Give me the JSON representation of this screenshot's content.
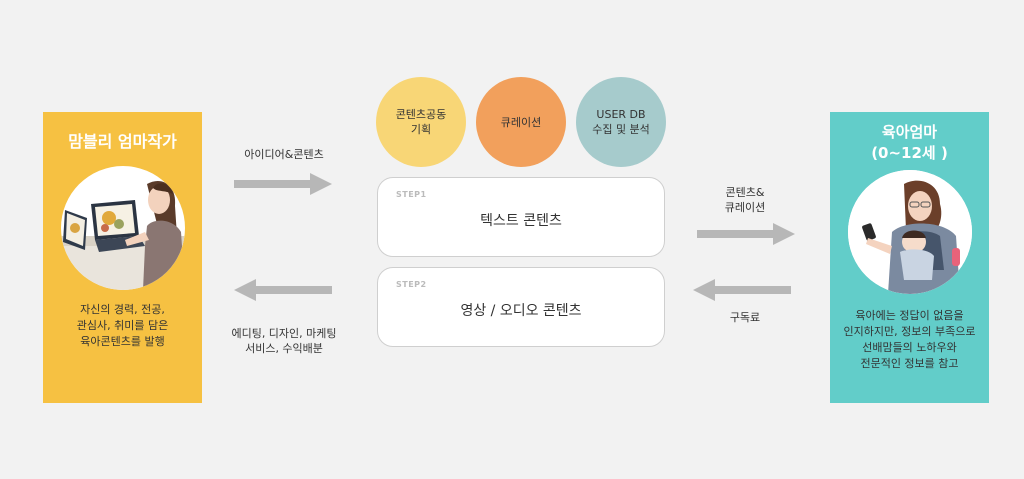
{
  "left_panel": {
    "title": "맘블리 엄마작가",
    "desc": [
      "자신의 경력, 전공,",
      "관심사, 취미를 담은",
      "육아콘텐츠를 발행"
    ]
  },
  "right_panel": {
    "title": [
      "육아엄마",
      "(0~12세 )"
    ],
    "desc": [
      "육아에는 정답이 없음을",
      "인지하지만, 정보의 부족으로",
      "선배맘들의 노하우와",
      "전문적인 정보를 참고"
    ]
  },
  "circles": [
    {
      "lines": [
        "콘텐츠공동",
        "기획"
      ],
      "color": "#f8d676"
    },
    {
      "lines": [
        "큐레이션"
      ],
      "color": "#f2a05c"
    },
    {
      "lines": [
        "USER DB",
        "수집 및 분석"
      ],
      "color": "#a6cbcc"
    }
  ],
  "steps": [
    {
      "tag": "STEP1",
      "title": "텍스트 콘텐츠"
    },
    {
      "tag": "STEP2",
      "title": "영상 / 오디오 콘텐츠"
    }
  ],
  "labels": {
    "top_left": [
      "아이디어&콘텐츠"
    ],
    "bottom_left": [
      "에디팅, 디자인, 마케팅",
      "서비스, 수익배분"
    ],
    "top_right": [
      "콘텐츠&",
      "큐레이션"
    ],
    "bottom_right": [
      "구독료"
    ]
  },
  "colors": {
    "left_panel": "#f6c142",
    "right_panel": "#62cdc9",
    "arrow": "#b7b7b7"
  }
}
